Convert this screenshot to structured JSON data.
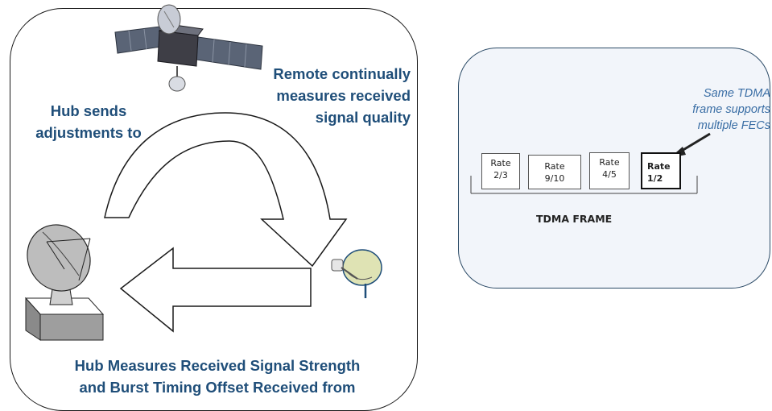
{
  "left_panel": {
    "remote_label_lines": [
      "Remote continually",
      "measures received",
      "signal quality"
    ],
    "hub_sends_lines": [
      "Hub sends",
      "adjustments to"
    ],
    "bottom_lines": [
      "Hub Measures Received Signal Strength",
      "and Burst Timing Offset Received from"
    ]
  },
  "right_panel": {
    "note_lines": [
      "Same TDMA",
      "frame supports",
      "multiple FECs"
    ],
    "rate_boxes": [
      {
        "word": "Rate",
        "value": "2/3"
      },
      {
        "word": "Rate",
        "value": "9/10"
      },
      {
        "word": "Rate",
        "value": "4/5"
      },
      {
        "word": "Rate",
        "value": "1/2"
      }
    ],
    "frame_label": "TDMA FRAME"
  },
  "colors": {
    "label_blue": "#1f4e79",
    "note_blue": "#3a6ea5",
    "dish_green": "#dfe3b4"
  }
}
